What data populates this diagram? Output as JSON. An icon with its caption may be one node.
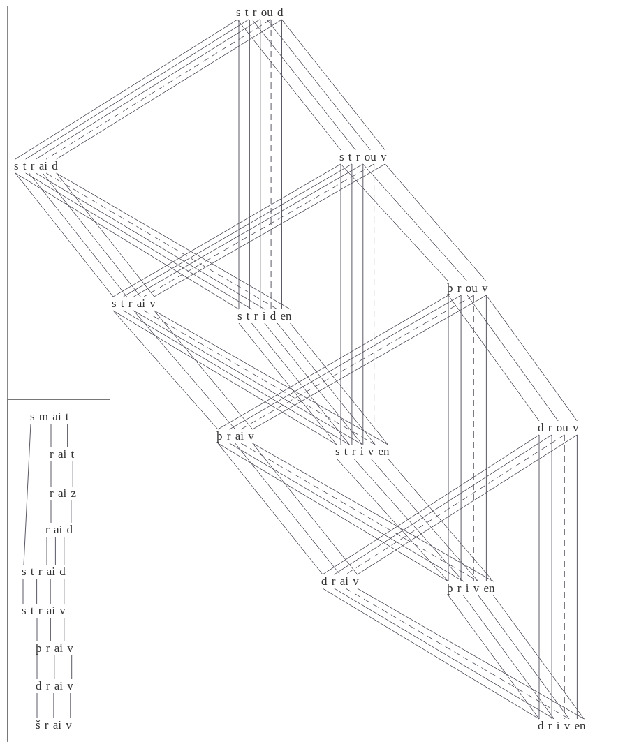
{
  "diagram": {
    "nodes": [
      {
        "text": [
          "s t r ou d"
        ]
      },
      {
        "text": [
          "s t r ai d"
        ]
      },
      {
        "text": [
          "s t r ou v"
        ]
      },
      {
        "text": [
          "s t r ai v"
        ]
      },
      {
        "text": [
          "s t r i d en"
        ]
      },
      {
        "text": [
          "þ r ou v"
        ]
      },
      {
        "text": [
          "þ r ai v"
        ]
      },
      {
        "text": [
          "s t r i v en"
        ]
      },
      {
        "text": [
          "d r ou v"
        ]
      },
      {
        "text": [
          "d r ai v"
        ]
      },
      {
        "text": [
          "þ r i v en"
        ]
      },
      {
        "text": [
          "d r i v en"
        ]
      },
      {
        "text": [],
        "shape": "box"
      },
      {
        "text": [
          "s m ai t"
        ],
        "in": 12
      },
      {
        "text": [
          "r ai t"
        ],
        "in": 12
      },
      {
        "text": [
          "r ai z"
        ],
        "in": 12
      },
      {
        "text": [
          "r ai d"
        ],
        "in": 12
      },
      {
        "text": [
          "s t r ai d"
        ],
        "in": 12
      },
      {
        "text": [
          "s t r ai v"
        ],
        "in": 12
      },
      {
        "text": [
          "þ r ai v"
        ],
        "in": 12
      },
      {
        "text": [
          "d r ai v"
        ],
        "in": 12
      },
      {
        "text": [
          "š r ai v"
        ],
        "in": 12
      }
    ],
    "edges": [
      {
        "from": 0,
        "to": 1,
        "arrow": "none"
      },
      {
        "from": 0,
        "to": 1,
        "arrow": "none"
      },
      {
        "from": 0,
        "to": 1,
        "arrow": "none"
      },
      {
        "from": 0,
        "to": 1,
        "arrow": "none",
        "style": "dashed"
      },
      {
        "from": 0,
        "to": 1,
        "arrow": "none"
      },
      {
        "from": 0,
        "to": 2,
        "arrow": "none"
      },
      {
        "from": 0,
        "to": 2,
        "arrow": "none"
      },
      {
        "from": 0,
        "to": 2,
        "arrow": "none"
      },
      {
        "from": 0,
        "to": 2,
        "arrow": "none"
      },
      {
        "from": 0,
        "to": 4,
        "arrow": "none"
      },
      {
        "from": 0,
        "to": 4,
        "arrow": "none"
      },
      {
        "from": 0,
        "to": 4,
        "arrow": "none"
      },
      {
        "from": 0,
        "to": 4,
        "arrow": "none",
        "style": "dashed"
      },
      {
        "from": 0,
        "to": 4,
        "arrow": "none"
      },
      {
        "from": 1,
        "to": 3,
        "arrow": "none"
      },
      {
        "from": 1,
        "to": 3,
        "arrow": "none"
      },
      {
        "from": 1,
        "to": 3,
        "arrow": "none"
      },
      {
        "from": 1,
        "to": 3,
        "arrow": "none"
      },
      {
        "from": 1,
        "to": 4,
        "arrow": "none"
      },
      {
        "from": 1,
        "to": 4,
        "arrow": "none"
      },
      {
        "from": 1,
        "to": 4,
        "arrow": "none"
      },
      {
        "from": 1,
        "to": 4,
        "arrow": "none",
        "style": "dashed"
      },
      {
        "from": 1,
        "to": 4,
        "arrow": "none"
      },
      {
        "from": 2,
        "to": 3,
        "arrow": "none"
      },
      {
        "from": 2,
        "to": 3,
        "arrow": "none"
      },
      {
        "from": 2,
        "to": 3,
        "arrow": "none"
      },
      {
        "from": 2,
        "to": 3,
        "arrow": "none",
        "style": "dashed"
      },
      {
        "from": 2,
        "to": 3,
        "arrow": "none"
      },
      {
        "from": 2,
        "to": 7,
        "arrow": "none"
      },
      {
        "from": 2,
        "to": 7,
        "arrow": "none"
      },
      {
        "from": 2,
        "to": 7,
        "arrow": "none"
      },
      {
        "from": 2,
        "to": 7,
        "arrow": "none",
        "style": "dashed"
      },
      {
        "from": 2,
        "to": 7,
        "arrow": "none"
      },
      {
        "from": 2,
        "to": 5,
        "arrow": "none"
      },
      {
        "from": 2,
        "to": 5,
        "arrow": "none"
      },
      {
        "from": 2,
        "to": 5,
        "arrow": "none"
      },
      {
        "from": 3,
        "to": 7,
        "arrow": "none"
      },
      {
        "from": 3,
        "to": 7,
        "arrow": "none"
      },
      {
        "from": 3,
        "to": 7,
        "arrow": "none"
      },
      {
        "from": 3,
        "to": 7,
        "arrow": "none",
        "style": "dashed"
      },
      {
        "from": 3,
        "to": 7,
        "arrow": "none"
      },
      {
        "from": 3,
        "to": 6,
        "arrow": "none"
      },
      {
        "from": 3,
        "to": 6,
        "arrow": "none"
      },
      {
        "from": 3,
        "to": 6,
        "arrow": "none"
      },
      {
        "from": 4,
        "to": 7,
        "arrow": "none"
      },
      {
        "from": 4,
        "to": 7,
        "arrow": "none"
      },
      {
        "from": 4,
        "to": 7,
        "arrow": "none"
      },
      {
        "from": 4,
        "to": 7,
        "arrow": "none"
      },
      {
        "from": 4,
        "to": 7,
        "arrow": "none"
      },
      {
        "from": 5,
        "to": 6,
        "arrow": "none"
      },
      {
        "from": 5,
        "to": 6,
        "arrow": "none"
      },
      {
        "from": 5,
        "to": 6,
        "arrow": "none",
        "style": "dashed"
      },
      {
        "from": 5,
        "to": 6,
        "arrow": "none"
      },
      {
        "from": 5,
        "to": 10,
        "arrow": "none"
      },
      {
        "from": 5,
        "to": 10,
        "arrow": "none"
      },
      {
        "from": 5,
        "to": 10,
        "arrow": "none",
        "style": "dashed"
      },
      {
        "from": 5,
        "to": 10,
        "arrow": "none"
      },
      {
        "from": 5,
        "to": 8,
        "arrow": "none"
      },
      {
        "from": 5,
        "to": 8,
        "arrow": "none"
      },
      {
        "from": 5,
        "to": 8,
        "arrow": "none"
      },
      {
        "from": 6,
        "to": 10,
        "arrow": "none"
      },
      {
        "from": 6,
        "to": 10,
        "arrow": "none"
      },
      {
        "from": 6,
        "to": 10,
        "arrow": "none",
        "style": "dashed"
      },
      {
        "from": 6,
        "to": 10,
        "arrow": "none"
      },
      {
        "from": 6,
        "to": 9,
        "arrow": "none"
      },
      {
        "from": 6,
        "to": 9,
        "arrow": "none"
      },
      {
        "from": 6,
        "to": 9,
        "arrow": "none"
      },
      {
        "from": 7,
        "to": 10,
        "arrow": "none"
      },
      {
        "from": 7,
        "to": 10,
        "arrow": "none"
      },
      {
        "from": 7,
        "to": 10,
        "arrow": "none"
      },
      {
        "from": 7,
        "to": 10,
        "arrow": "none"
      },
      {
        "from": 8,
        "to": 9,
        "arrow": "none"
      },
      {
        "from": 8,
        "to": 9,
        "arrow": "none"
      },
      {
        "from": 8,
        "to": 9,
        "arrow": "none",
        "style": "dashed"
      },
      {
        "from": 8,
        "to": 9,
        "arrow": "none"
      },
      {
        "from": 8,
        "to": 11,
        "arrow": "none"
      },
      {
        "from": 8,
        "to": 11,
        "arrow": "none"
      },
      {
        "from": 8,
        "to": 11,
        "arrow": "none",
        "style": "dashed"
      },
      {
        "from": 8,
        "to": 11,
        "arrow": "none"
      },
      {
        "from": 9,
        "to": 11,
        "arrow": "none"
      },
      {
        "from": 9,
        "to": 11,
        "arrow": "none"
      },
      {
        "from": 9,
        "to": 11,
        "arrow": "none",
        "style": "dashed"
      },
      {
        "from": 9,
        "to": 11,
        "arrow": "none"
      },
      {
        "from": 10,
        "to": 11,
        "arrow": "none"
      },
      {
        "from": 10,
        "to": 11,
        "arrow": "none"
      },
      {
        "from": 10,
        "to": 11,
        "arrow": "none"
      },
      {
        "from": 10,
        "to": 11,
        "arrow": "none"
      },
      {
        "from": 13,
        "to": 14,
        "arrow": "none"
      },
      {
        "from": 13,
        "to": 14,
        "arrow": "none"
      },
      {
        "from": 14,
        "to": 15,
        "arrow": "none"
      },
      {
        "from": 14,
        "to": 15,
        "arrow": "none"
      },
      {
        "from": 15,
        "to": 16,
        "arrow": "none"
      },
      {
        "from": 15,
        "to": 16,
        "arrow": "none"
      },
      {
        "from": 13,
        "to": 17,
        "arrow": "none"
      },
      {
        "from": 16,
        "to": 17,
        "arrow": "none"
      },
      {
        "from": 16,
        "to": 17,
        "arrow": "none"
      },
      {
        "from": 16,
        "to": 17,
        "arrow": "none"
      },
      {
        "from": 17,
        "to": 18,
        "arrow": "none"
      },
      {
        "from": 17,
        "to": 18,
        "arrow": "none"
      },
      {
        "from": 17,
        "to": 18,
        "arrow": "none"
      },
      {
        "from": 17,
        "to": 18,
        "arrow": "none"
      },
      {
        "from": 18,
        "to": 19,
        "arrow": "none"
      },
      {
        "from": 18,
        "to": 19,
        "arrow": "none"
      },
      {
        "from": 18,
        "to": 19,
        "arrow": "none"
      },
      {
        "from": 19,
        "to": 20,
        "arrow": "none"
      },
      {
        "from": 19,
        "to": 20,
        "arrow": "none"
      },
      {
        "from": 19,
        "to": 20,
        "arrow": "none"
      },
      {
        "from": 20,
        "to": 21,
        "arrow": "none"
      },
      {
        "from": 20,
        "to": 21,
        "arrow": "none"
      },
      {
        "from": 20,
        "to": 21,
        "arrow": "none"
      }
    ]
  }
}
